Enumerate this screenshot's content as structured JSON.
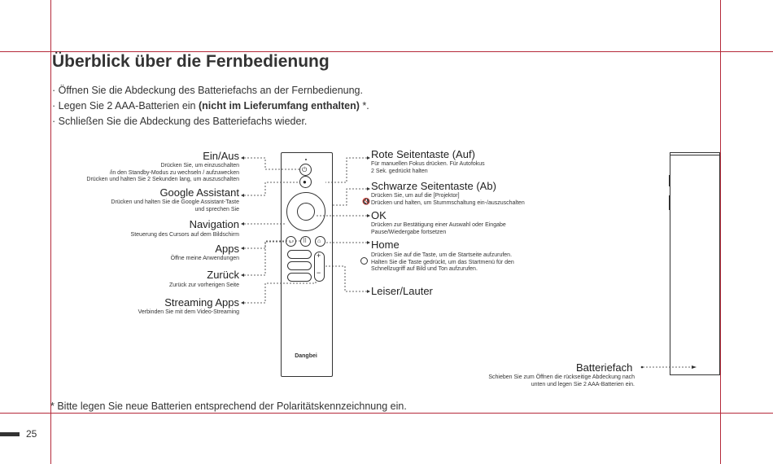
{
  "title": "Überblick über die Fernbedienung",
  "bullets": [
    {
      "pre": "Öffnen Sie die Abdeckung des Batteriefachs an der Fernbedienung.",
      "bold": "",
      "post": ""
    },
    {
      "pre": "Legen Sie 2 AAA-Batterien ein ",
      "bold": "(nicht im Lieferumfang enthalten)",
      "post": " *."
    },
    {
      "pre": "Schließen Sie die Abdeckung des Batteriefachs wieder.",
      "bold": "",
      "post": ""
    }
  ],
  "left_labels": [
    {
      "heading": "Ein/Aus",
      "desc": [
        "Drücken Sie, um einzuschalten",
        "/in den Standby-Modus zu wechseln / aufzuwecken",
        "Drücken und halten Sie 2 Sekunden lang, um auszuschalten"
      ]
    },
    {
      "heading": "Google Assistant",
      "desc": [
        "Drücken und halten Sie die Google Assistant-Taste",
        "und sprechen Sie"
      ]
    },
    {
      "heading": "Navigation",
      "desc": [
        "Steuerung des Cursors auf  dem Bildschirm"
      ]
    },
    {
      "heading": "Apps",
      "desc": [
        "Öffne meine Anwendungen"
      ]
    },
    {
      "heading": "Zurück",
      "desc": [
        "Zurück zur vorherigen Seite"
      ]
    },
    {
      "heading": "Streaming Apps",
      "desc": [
        "Verbinden Sie mit dem Video-Streaming"
      ]
    }
  ],
  "right_labels": [
    {
      "heading": "Rote Seitentaste (Auf)",
      "desc": [
        "Für manuellen Fokus drücken.  Für Autofokus",
        "2 Sek. gedrückt halten"
      ]
    },
    {
      "heading": "Schwarze Seitentaste (Ab)",
      "desc": [
        "Drücken Sie, um auf die  [Projektor]",
        "Drücken und halten, um Stummschaltung ein-/auszuschalten"
      ]
    },
    {
      "heading": "OK",
      "desc": [
        "Drücken zur Bestätigung einer Auswahl oder Eingabe",
        "Pause/Wiedergabe fortsetzen"
      ]
    },
    {
      "heading": "Home",
      "desc": [
        "Drücken Sie auf  die Taste, um die Startseite aufzurufen.",
        "Halten Sie die Taste gedrückt, um das Startmenü für den",
        "Schnellzugriff auf Bild und Ton aufzurufen."
      ]
    },
    {
      "heading": "Leiser/Lauter",
      "desc": []
    }
  ],
  "battery": {
    "heading": "Batteriefach",
    "desc": [
      "Schieben Sie zum Öffnen die rückseitige Abdeckung nach",
      "unten und legen Sie 2 AAA-Batterien ein."
    ]
  },
  "remote": {
    "brand": "Dangbei",
    "vol_plus": "+",
    "vol_minus": "−"
  },
  "footnote": "* Bitte legen Sie neue Batterien entsprechend der Polaritätskennzeichnung ein.",
  "page_number": "25",
  "colors": {
    "frame_lines": "#b52a3a",
    "text": "#222222"
  },
  "icons": [
    "power-icon",
    "google-assistant-icon",
    "apps-icon",
    "home-icon",
    "projector-icon",
    "mute-icon"
  ]
}
